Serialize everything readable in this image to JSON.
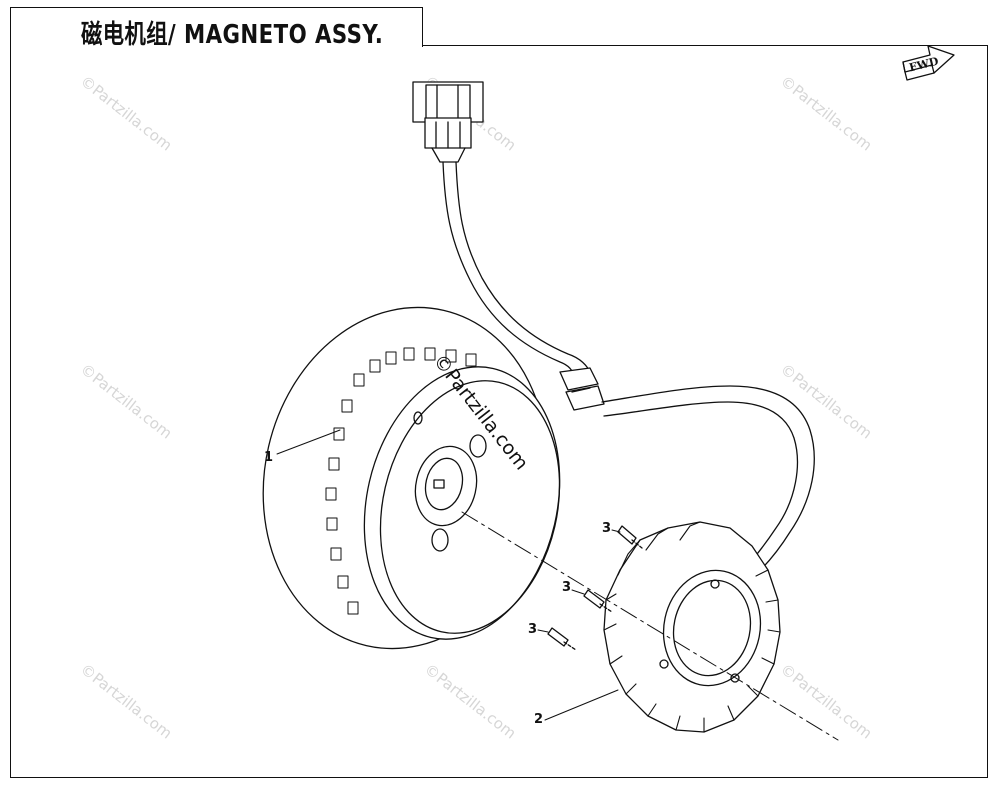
{
  "title": "磁电机组/ MAGNETO ASSY.",
  "fwd_label": "FWD",
  "watermark_text": "©Partzilla.com",
  "center_watermark_text": "©Partzilla.com",
  "callouts": {
    "flywheel": "1",
    "stator": "2",
    "bolt_top": "3",
    "bolt_mid": "3",
    "bolt_low": "3"
  }
}
